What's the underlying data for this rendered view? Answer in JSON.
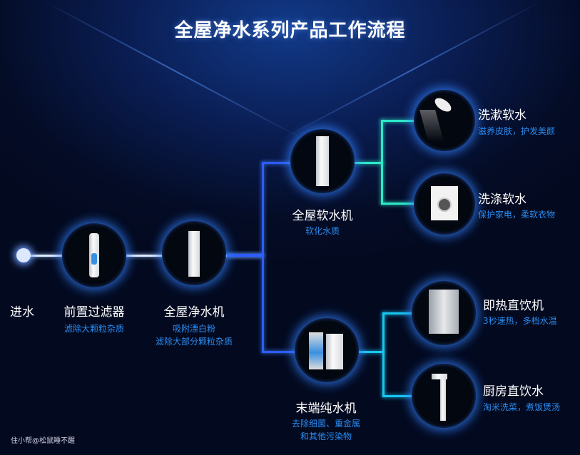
{
  "title": "全屋净水系列产品工作流程",
  "inlet": {
    "label": "进水"
  },
  "stages": {
    "pre_filter": {
      "label": "前置过滤器",
      "desc": [
        "滤除大颗粒杂质"
      ]
    },
    "whole_purifier": {
      "label": "全屋净水机",
      "desc": [
        "吸附漂白粉",
        "滤除大部分颗粒杂质"
      ]
    },
    "softener": {
      "label": "全屋软水机",
      "desc": [
        "软化水质"
      ]
    },
    "ro_purifier": {
      "label": "末端纯水机",
      "desc": [
        "去除细菌、重金属",
        "和其他污染物"
      ]
    }
  },
  "outputs": {
    "wash": {
      "label": "洗漱软水",
      "desc": "滋养皮肤，护发美颜"
    },
    "laundry": {
      "label": "洗涤软水",
      "desc": "保护家电，柔软衣物"
    },
    "instant_hot": {
      "label": "即热直饮机",
      "desc": "3秒速热，多档水温"
    },
    "kitchen": {
      "label": "厨房直饮水",
      "desc": "淘米洗菜，煮饭煲汤"
    }
  },
  "watermark": "住小帮@松鼠睡不醒",
  "colors": {
    "trunk": "#dfe9ff",
    "branch": "#2d5cff",
    "soft": "#2ee8c8",
    "drink": "#19c6f0",
    "desc": "#2b8cf0"
  }
}
